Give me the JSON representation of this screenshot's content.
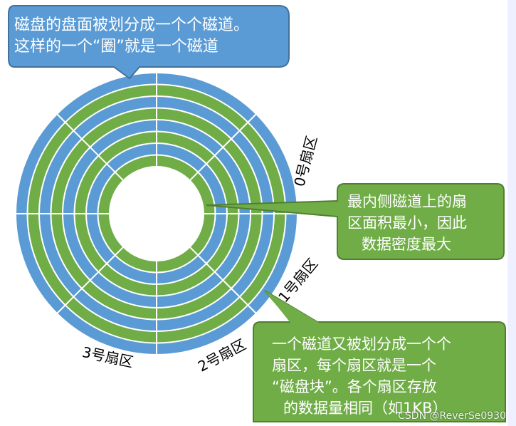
{
  "colors": {
    "blue_track": "#5b9bd5",
    "green_track": "#70ad47",
    "callout_blue": "#5b9bd5",
    "callout_green": "#70ad47",
    "callout_text": "#ffffff",
    "label_text": "#000000"
  },
  "callouts": {
    "top_line1": "磁盘的盘面被划分成一个个磁道。",
    "top_line2": "这样的一个“圈”就是一个磁道",
    "right_line1": "最内侧磁道上的扇",
    "right_line2": "区面积最小，因此",
    "right_line3": "数据密度最大",
    "bottom_line1": "一个磁道又被划分成一个个",
    "bottom_line2": "扇区，每个扇区就是一个",
    "bottom_line3": "“磁盘块”。各个扇区存放",
    "bottom_line4": "的数据量相同（如1KB）"
  },
  "sector_labels": {
    "s0": "0号扇区",
    "s1": "1号扇区",
    "s2": "2号扇区",
    "s3": "3号扇区"
  },
  "watermark": "CSDN @ReverSe0930"
}
